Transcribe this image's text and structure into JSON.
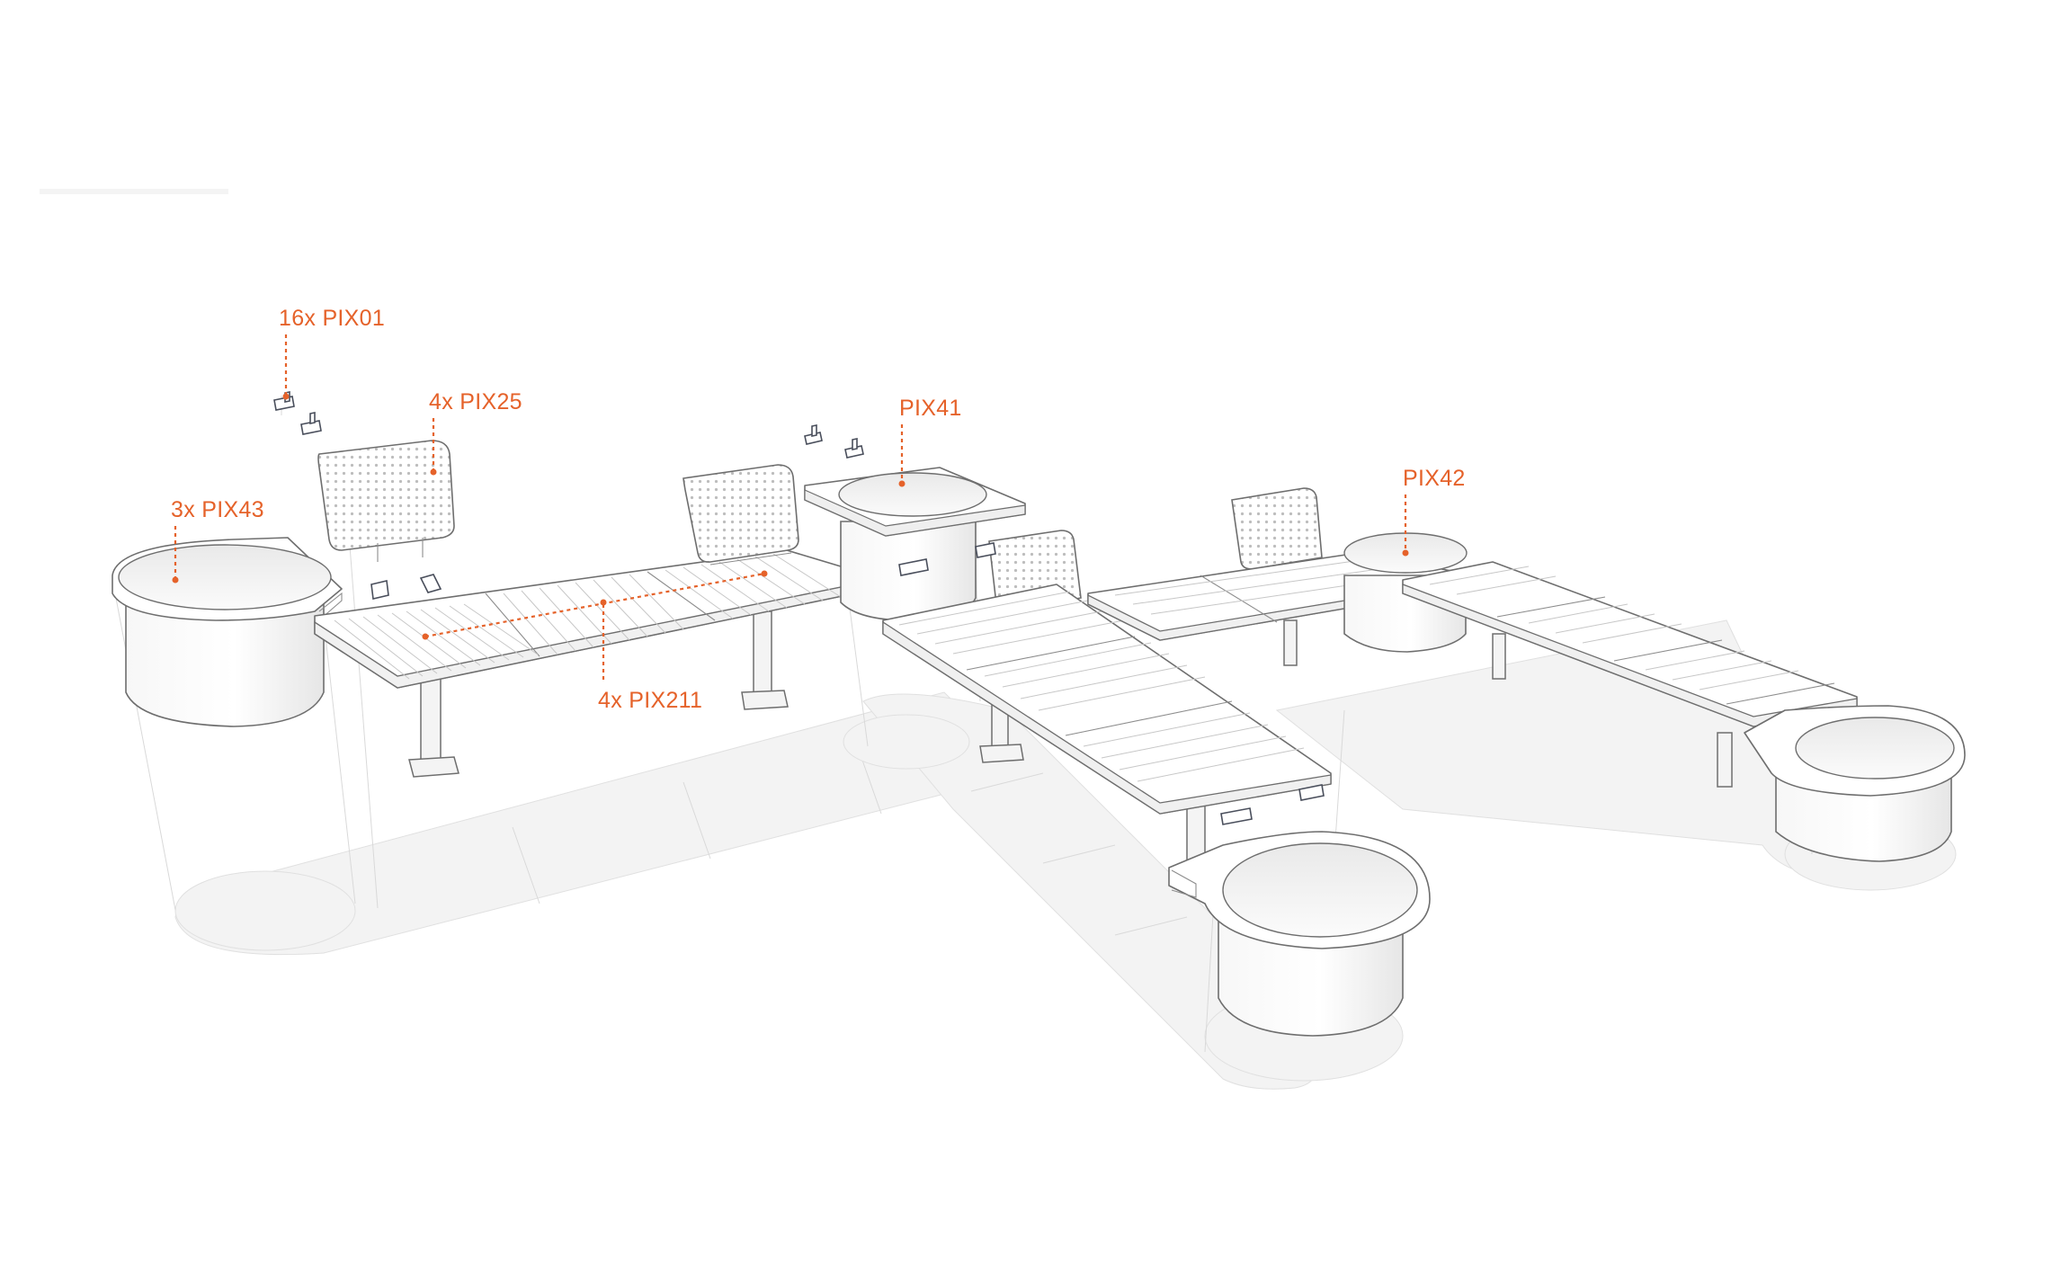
{
  "diagram": {
    "labels": [
      {
        "id": "pix01",
        "text": "16x PIX01"
      },
      {
        "id": "pix25",
        "text": "4x PIX25"
      },
      {
        "id": "pix43",
        "text": "3x PIX43"
      },
      {
        "id": "pix41",
        "text": "PIX41"
      },
      {
        "id": "pix42",
        "text": "PIX42"
      },
      {
        "id": "pix211",
        "text": "4x PIX211"
      }
    ],
    "accent_color": "#e5622a",
    "outline_color": "#6e6e6e",
    "background": "#ffffff"
  }
}
